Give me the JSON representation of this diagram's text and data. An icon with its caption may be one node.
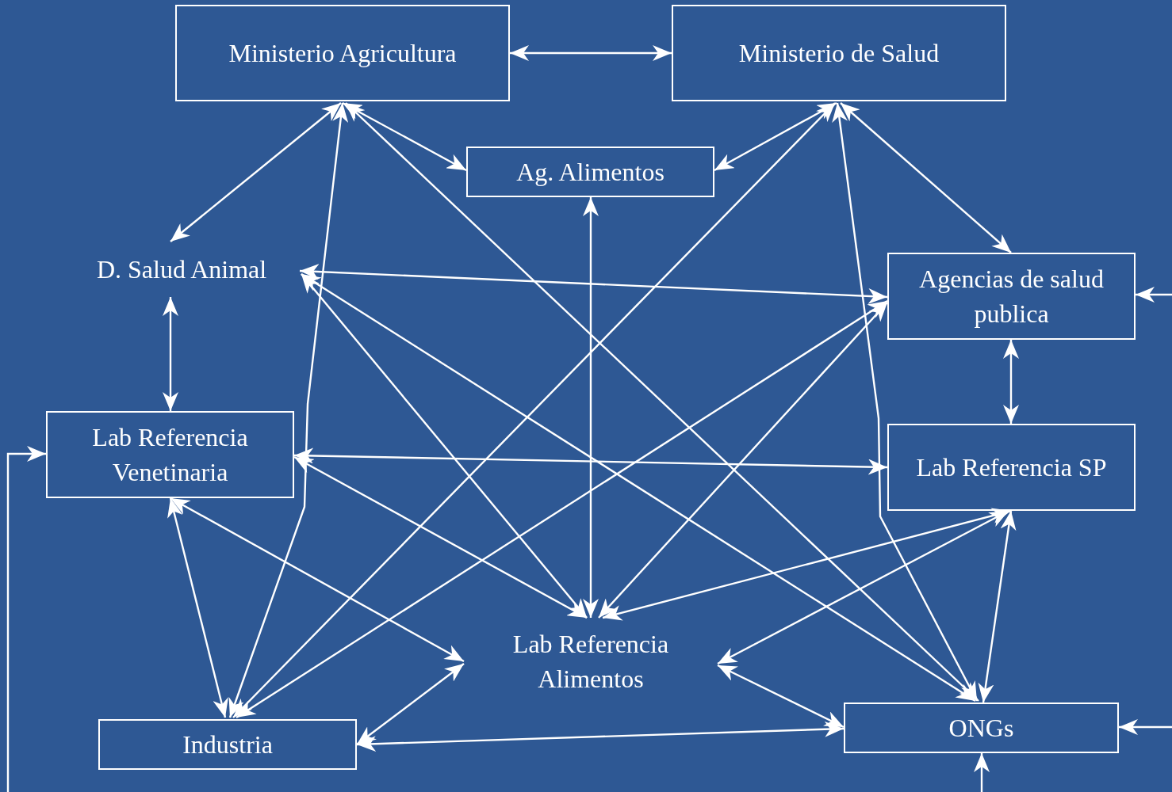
{
  "diagram": {
    "nodes": [
      {
        "text": [
          "Ministerio Agricultura"
        ]
      },
      {
        "text": [
          "Ministerio de Salud"
        ]
      },
      {
        "text": [
          "Ag. Alimentos"
        ]
      },
      {
        "text": [
          "D. Salud Animal"
        ]
      },
      {
        "text": [
          "Agencias de salud publica"
        ]
      },
      {
        "text": [
          "Lab Referencia Venetinaria"
        ]
      },
      {
        "text": [
          "Lab Referencia SP"
        ]
      },
      {
        "text": [
          "Lab Referencia Alimentos"
        ]
      },
      {
        "text": [
          "Industria"
        ]
      },
      {
        "text": [
          "ONGs"
        ]
      }
    ],
    "edges": [
      {
        "from": 0,
        "to": 1,
        "arrow": "both"
      },
      {
        "from": 0,
        "to": 2,
        "arrow": "both"
      },
      {
        "from": 1,
        "to": 2,
        "arrow": "both"
      },
      {
        "from": 0,
        "to": 3,
        "arrow": "both"
      },
      {
        "from": 0,
        "to": 8,
        "arrow": "both"
      },
      {
        "from": 0,
        "to": 9,
        "arrow": "both"
      },
      {
        "from": 1,
        "to": 8,
        "arrow": "both"
      },
      {
        "from": 1,
        "to": 4,
        "arrow": "both"
      },
      {
        "from": 1,
        "to": 9,
        "arrow": "both"
      },
      {
        "from": 2,
        "to": 7,
        "arrow": "both"
      },
      {
        "from": 3,
        "to": 5,
        "arrow": "both"
      },
      {
        "from": 3,
        "to": 4,
        "arrow": "both"
      },
      {
        "from": 3,
        "to": 7,
        "arrow": "both"
      },
      {
        "from": 3,
        "to": 9,
        "arrow": "both"
      },
      {
        "from": 4,
        "to": 6,
        "arrow": "both"
      },
      {
        "from": 4,
        "to": 8,
        "arrow": "both"
      },
      {
        "from": 4,
        "to": 7,
        "arrow": "both"
      },
      {
        "from": 5,
        "to": 6,
        "arrow": "both"
      },
      {
        "from": 5,
        "to": 7,
        "arrow": "both"
      },
      {
        "from": 5,
        "to": 7,
        "arrow": "both"
      },
      {
        "from": 5,
        "to": 8,
        "arrow": "both"
      },
      {
        "from": 6,
        "to": 7,
        "arrow": "both"
      },
      {
        "from": 6,
        "to": 7,
        "arrow": "both"
      },
      {
        "from": 6,
        "to": 9,
        "arrow": "both"
      },
      {
        "from": 7,
        "to": 8,
        "arrow": "both"
      },
      {
        "from": 7,
        "to": 9,
        "arrow": "both"
      },
      {
        "from": 8,
        "to": 9,
        "arrow": "both"
      },
      {
        "from": null,
        "to": 4,
        "arrow": "to"
      },
      {
        "from": null,
        "to": 9,
        "arrow": "to"
      },
      {
        "from": null,
        "to": 9,
        "arrow": "to"
      },
      {
        "from": null,
        "to": 5,
        "arrow": "to"
      }
    ]
  }
}
